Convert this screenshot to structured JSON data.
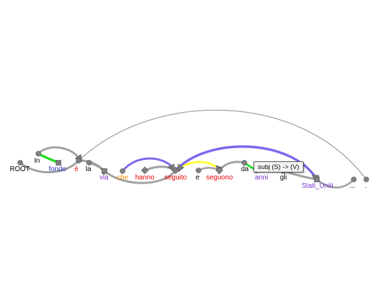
{
  "colors": {
    "edge": "#a0a0a0",
    "long_edge": "#9a9a9a",
    "node": "#808080",
    "highlight_purple": "#7b68ee",
    "highlight_green": "#22dd22",
    "highlight_yellow": "#ffff33",
    "text_black": "#000000",
    "text_red": "#ee0000",
    "text_blue": "#3333cc",
    "text_purple": "#7733cc",
    "text_orange": "#ff8800"
  },
  "words": [
    {
      "text": "ROOT",
      "color": "#000000"
    },
    {
      "text": "In",
      "color": "#000000"
    },
    {
      "text": "fondo",
      "color": "#3333cc"
    },
    {
      "text": "è",
      "color": "#ee0000"
    },
    {
      "text": "la",
      "color": "#000000"
    },
    {
      "text": "via",
      "color": "#7733cc"
    },
    {
      "text": "che",
      "color": "#ff8800"
    },
    {
      "text": "hanno",
      "color": "#ee0000"
    },
    {
      "text": "seguito",
      "color": "#ee0000"
    },
    {
      "text": "e",
      "color": "#000000"
    },
    {
      "text": "seguono",
      "color": "#ee0000"
    },
    {
      "text": "da",
      "color": "#000000"
    },
    {
      "text": "anni",
      "color": "#7733cc"
    },
    {
      "text": "gli",
      "color": "#000000"
    },
    {
      "text": "Stati_Uniti",
      "color": "#7733cc"
    },
    {
      "text": "...",
      "color": "#000000"
    },
    {
      "text": ".",
      "color": "#000000"
    }
  ],
  "tooltip": {
    "text": "subj (S) -> (V)"
  }
}
